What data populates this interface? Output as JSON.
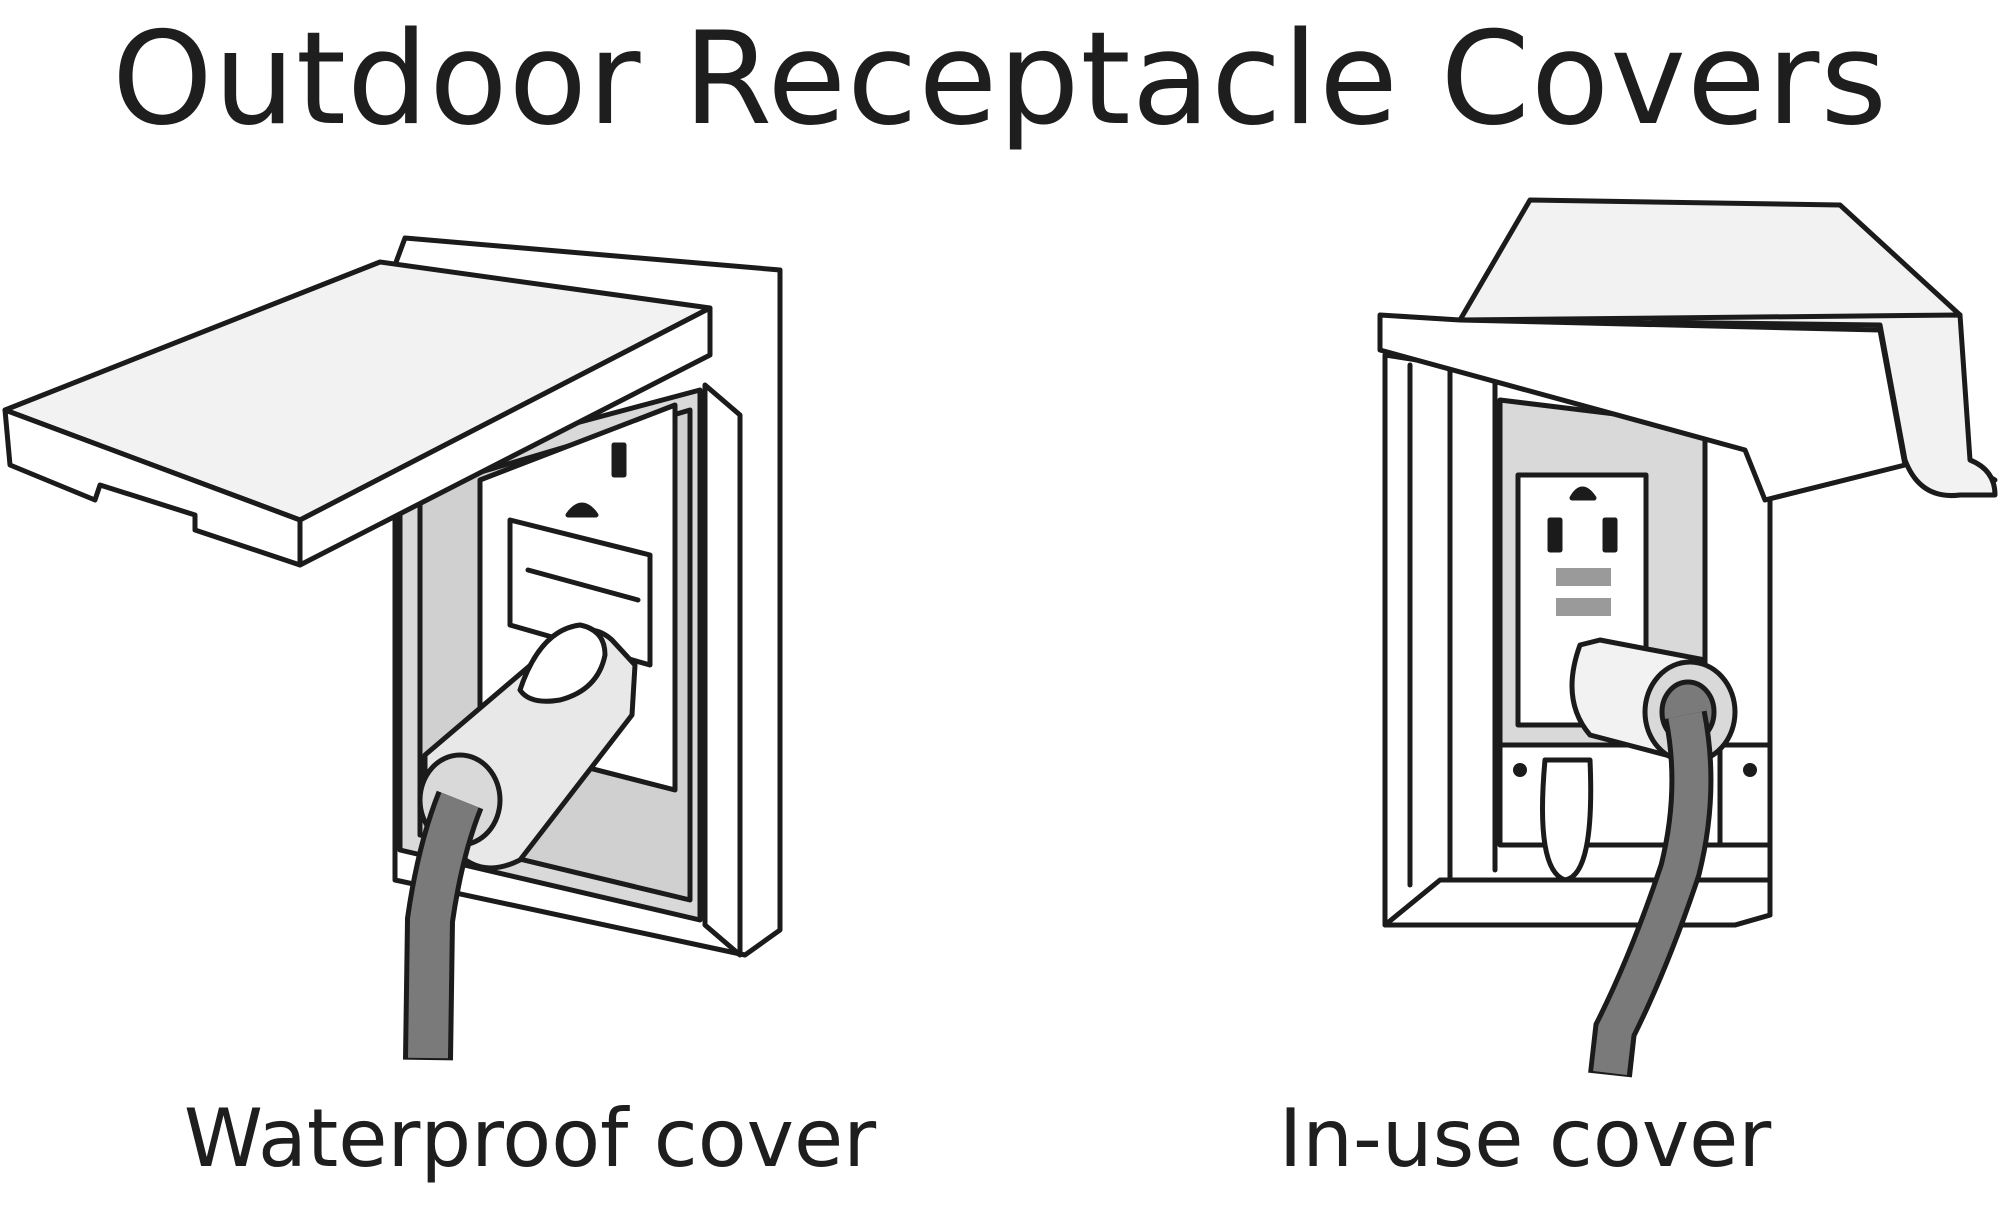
{
  "title": "Outdoor Receptacle Covers",
  "items": [
    {
      "caption": "Waterproof cover",
      "icon": "waterproof-cover-icon"
    },
    {
      "caption": "In-use cover",
      "icon": "in-use-cover-icon"
    }
  ],
  "colors": {
    "line": "#1b1b1b",
    "cover_fill": "#f2f2f2",
    "plate_fill": "#d9d9d9",
    "cord": "#7a7a7a",
    "background": "#ffffff"
  }
}
